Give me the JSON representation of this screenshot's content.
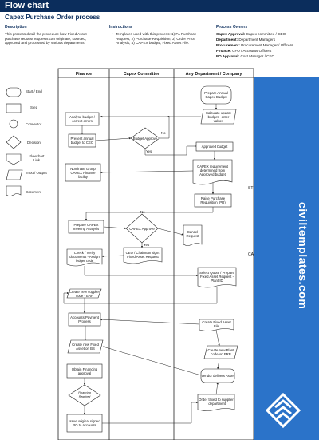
{
  "header": {
    "banner": "Flow chart",
    "title": "Capex Purchase Order process"
  },
  "description": {
    "heading": "Description",
    "text": "This process detail the procedure how Fixed Asset purchase request requests can originate, sourced, approved and processed by various departments."
  },
  "instructions": {
    "heading": "Instructions",
    "text": "Templates used with this process: 1) FA Purchase Request, 2) Purchase Requisition, 3) Order Price Analysis, 4) CAPEX budget, Fixed Asset File."
  },
  "owners": {
    "heading": "Process Owners",
    "items": [
      {
        "role": "Capex Approval:",
        "who": "Capex committee / CEO"
      },
      {
        "role": "Department:",
        "who": "Department Managers"
      },
      {
        "role": "Procurement:",
        "who": "Procurement Manager / Officers"
      },
      {
        "role": "Finance:",
        "who": "CFO / Accounts Officers"
      },
      {
        "role": "PO Approval:",
        "who": "Cost Manager / CEO"
      }
    ]
  },
  "legend": [
    {
      "label": "Start / End",
      "shape": "terminator"
    },
    {
      "label": "Step",
      "shape": "process"
    },
    {
      "label": "Connector",
      "shape": "connector"
    },
    {
      "label": "Decision",
      "shape": "decision"
    },
    {
      "label": "Flowchart Link",
      "shape": "link"
    },
    {
      "label": "Input/ Output",
      "shape": "data"
    },
    {
      "label": "Document",
      "shape": "document"
    }
  ],
  "lanes": [
    "Finance",
    "Capex Committee",
    "Any Department / Company"
  ],
  "nodes": {
    "prepare_budget": "Prepare Annual Capex Budget",
    "calculate_budget": "Calculate update budget - enter values",
    "analyse_budget": "Analyse budget / correct errors",
    "present_budget": "Present annual budget to CEO",
    "budget_approve": "Budget Approve",
    "approved_budget": "Approved budget",
    "capex_requirement": "CAPEX requirement determined from Approved budget",
    "nominate_group": "Nominate Group CAPEX Finance facility",
    "raise_pr": "Raise Purchase Requisition (PR)",
    "prepare_meeting": "Prepare CAPEX meeting Analysis",
    "capex_approve": "CAPEX Approve",
    "cancel_request": "Cancel Request",
    "check_verify": "Check / Verify documents - Assign ledger code",
    "ceo_sign": "CEO / Chairman signs Fixed Asset Request",
    "select_quote": "Select Quote / Prepare Fixed Asset Request - Plant ID",
    "supplier_code": "Create new supplier code - ERP",
    "accounts_payment": "Accounts Payment Process",
    "asset_file": "Create Fixed Asset File",
    "fixed_asset_bs": "Create new Fixed Asset on BS",
    "plant_code": "Create new Plant code on ERP",
    "obtain_financing": "Obtain Financing approval",
    "vendor_delivers": "Vendor delivers Asset",
    "financing_required": "Financing Required",
    "order_faxed": "Order faxed to supplier / department",
    "issue_po": "Issue original signed PO to accounts"
  },
  "edge_labels": {
    "no": "No",
    "yes": "Yes",
    "cut_st": "ST",
    "cut_ca": "CA"
  },
  "watermark": "civiltemplates.com"
}
